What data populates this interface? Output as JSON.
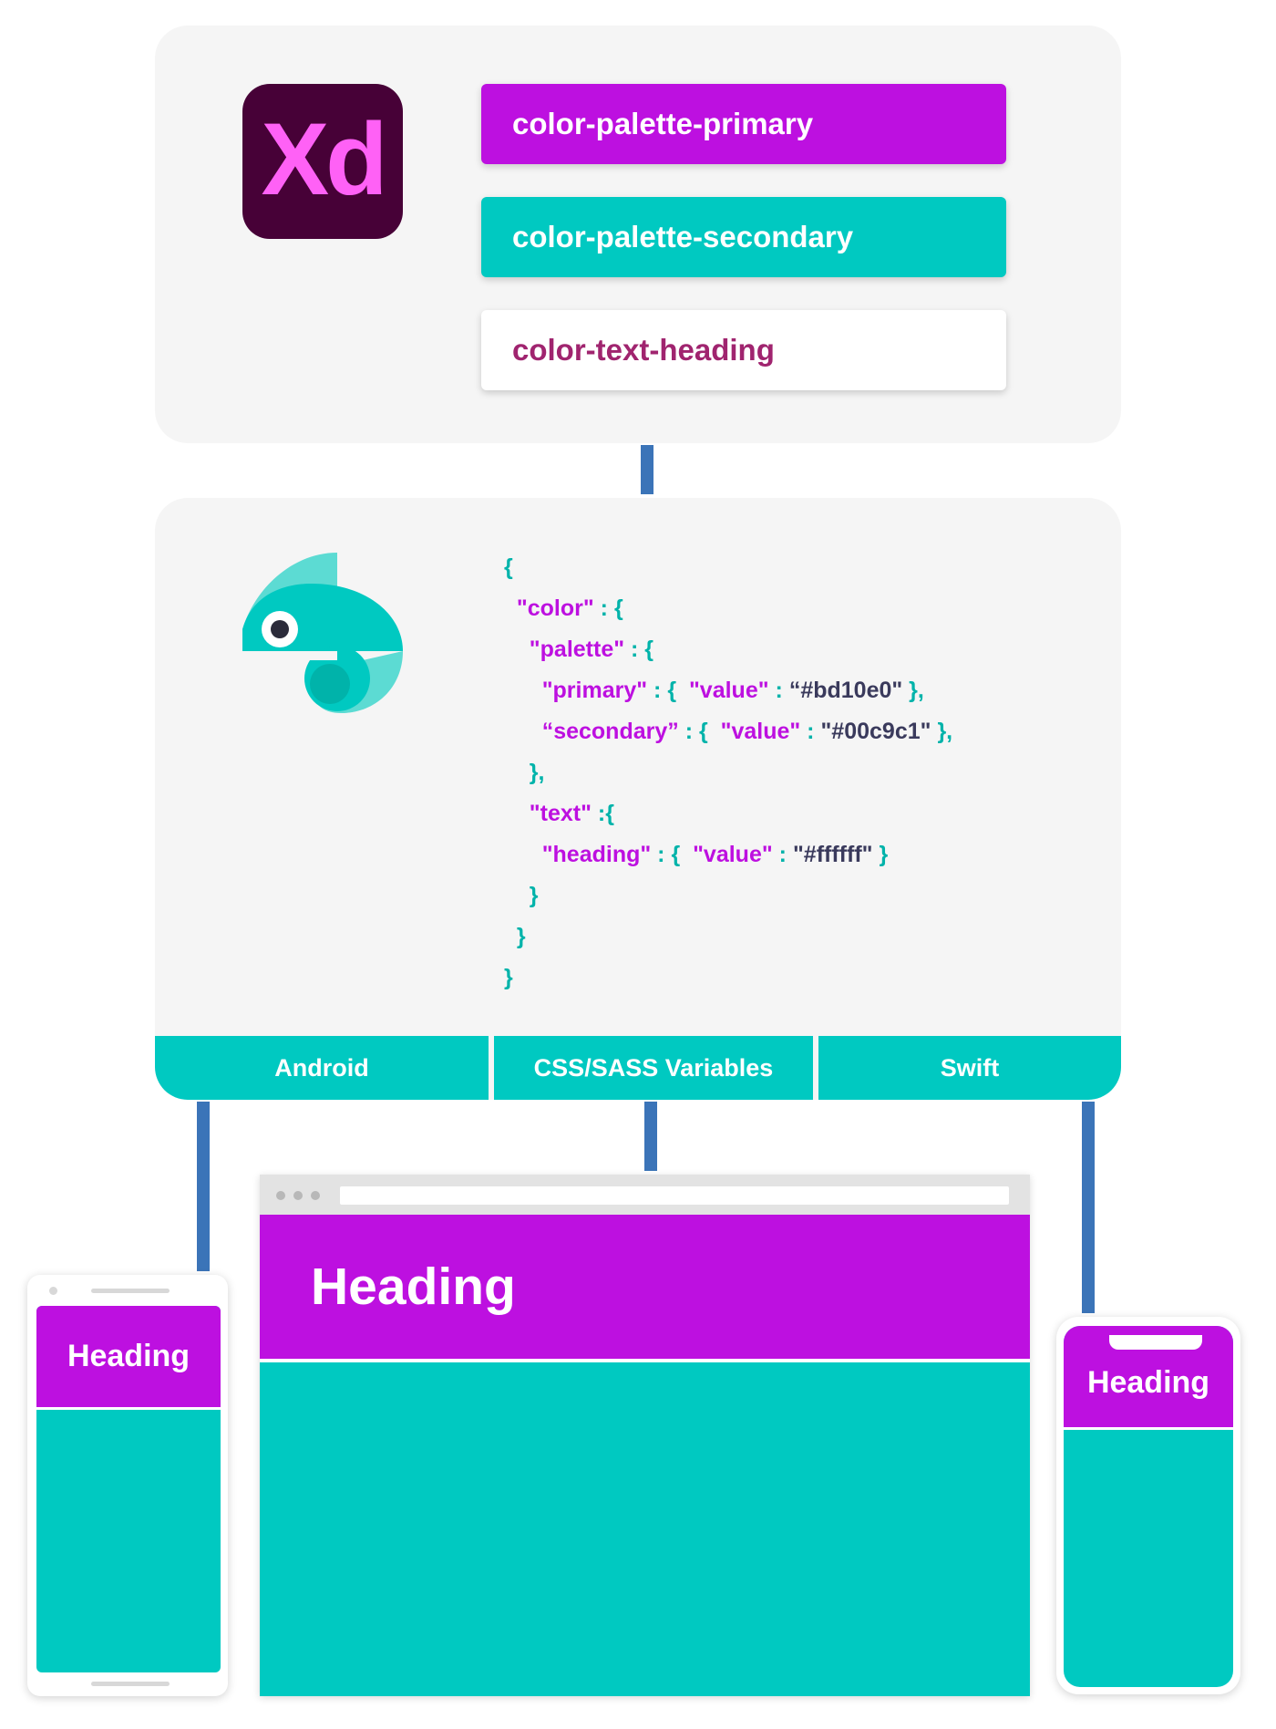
{
  "xd_panel": {
    "logo_text": "Xd",
    "tokens": [
      {
        "label": "color-palette-primary",
        "color": "#bd10e0"
      },
      {
        "label": "color-palette-secondary",
        "color": "#00c9c1"
      },
      {
        "label": "color-text-heading",
        "color": "#ffffff"
      }
    ]
  },
  "style_dictionary_panel": {
    "logo_icon": "chameleon-icon",
    "code": {
      "l1": "{",
      "l2_key": "\"color\"",
      "l2_rest": " : {",
      "l3_key": "\"palette\"",
      "l3_rest": " : {",
      "l4_key": "\"primary\"",
      "l4_mid": " : {  ",
      "l4_key2": "\"value\"",
      "l4_colon": " : ",
      "l4_val": "“#bd10e0\"",
      "l4_end": " },",
      "l5_key": "“secondary”",
      "l5_mid": " : {  ",
      "l5_key2": "\"value\"",
      "l5_colon": " : ",
      "l5_val": "\"#00c9c1\"",
      "l5_end": " },",
      "l6": "},",
      "l7_key": "\"text\"",
      "l7_rest": " :{",
      "l8_key": "\"heading\"",
      "l8_mid": " : {  ",
      "l8_key2": "\"value\"",
      "l8_colon": " : ",
      "l8_val": "\"#ffffff\"",
      "l8_end": " }",
      "l9": "}",
      "l10": "}",
      "l11": "}"
    }
  },
  "platforms": {
    "android": "Android",
    "css": "CSS/SASS Variables",
    "swift": "Swift"
  },
  "outputs": {
    "browser_heading": "Heading",
    "android_heading": "Heading",
    "iphone_heading": "Heading"
  },
  "colors": {
    "primary": "#bd10e0",
    "secondary": "#00c9c1",
    "connector": "#3b74b8",
    "xd_bg": "#470137",
    "xd_text": "#ff61f6"
  }
}
